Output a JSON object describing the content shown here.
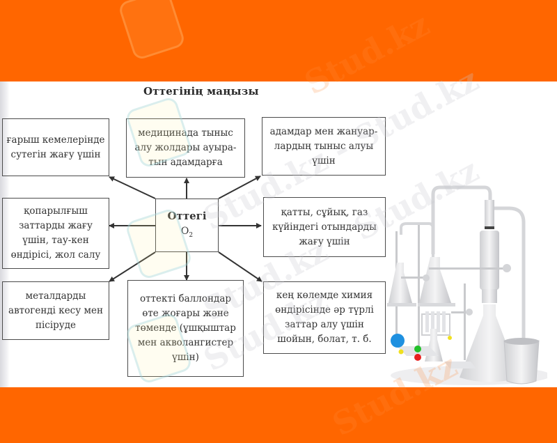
{
  "slide": {
    "colors": {
      "band": "#ff6600",
      "content_bg": "#ffffff",
      "border": "#4a4a4a",
      "text": "#333333"
    }
  },
  "diagram": {
    "title": "Оттегінің маңызы",
    "center": {
      "name": "Оттегі",
      "formula_base": "O",
      "formula_sub": "2"
    },
    "boxes": {
      "top_left": [
        "ғарыш кемелерінде",
        "сутегін жағу үшін"
      ],
      "top_center": [
        "медицинада тыныс",
        "алу жолдары ауыра-",
        "тын адамдарға"
      ],
      "top_right": [
        "адамдар мен жануар-",
        "лардың тыныс алуы",
        "үшін"
      ],
      "middle_left": [
        "қопарылғыш",
        "заттарды жағу",
        "үшін, тау-кен",
        "өндірісі, жол салу"
      ],
      "middle_right": [
        "қатты, сұйық, газ",
        "күйіндегі отындарды",
        "жағу үшін"
      ],
      "bottom_left": [
        "металдарды",
        "автогенді кесу мен",
        "пісіруде"
      ],
      "bottom_center": [
        "оттекті баллондар",
        "өте жоғары және",
        "төменде (ұшқыштар",
        "мен акволангистер",
        "үшін)"
      ],
      "bottom_right": [
        "кең көлемде химия",
        "өндірісінде әр түрлі",
        "заттар алу үшін",
        "шойын, болат, т. б."
      ]
    }
  },
  "watermarks": {
    "text": "Stud.kz - Stud.kz",
    "short": "Stud.kz"
  },
  "illustration": {
    "label": "laboratory-glassware",
    "ball_colors": [
      "#1e90e0",
      "#22c02a",
      "#e82020",
      "#f0e020"
    ]
  }
}
